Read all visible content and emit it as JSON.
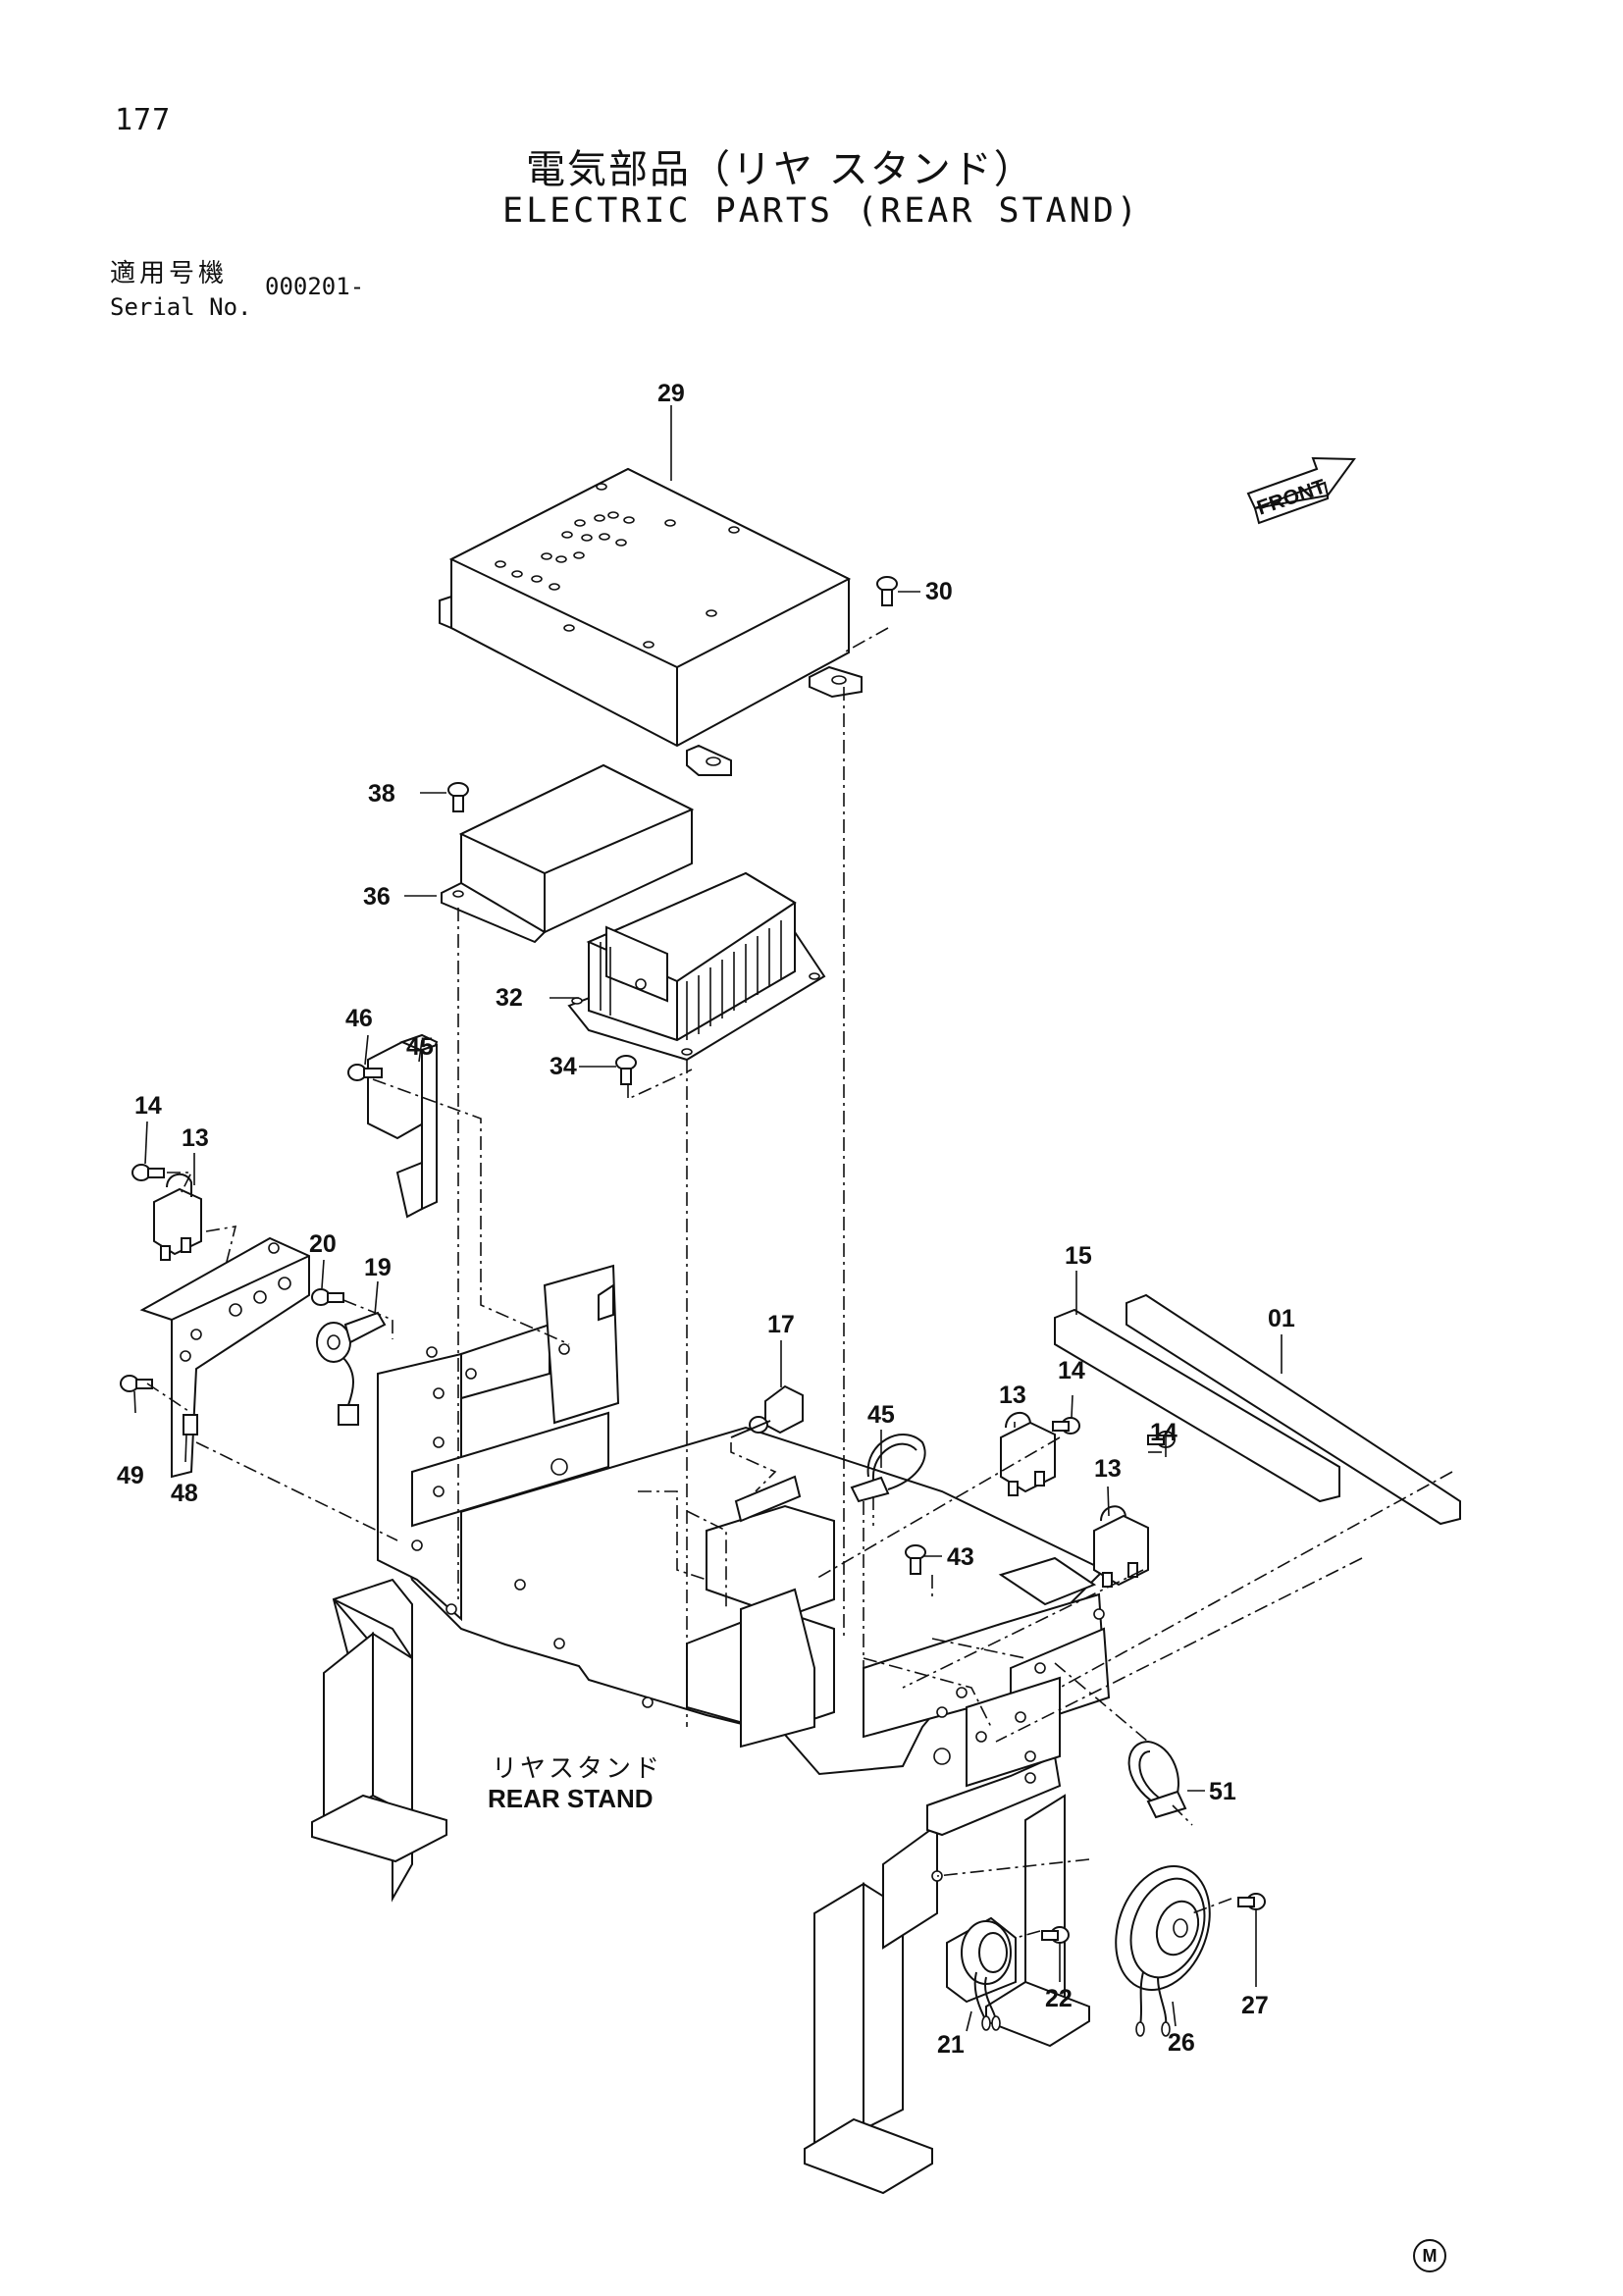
{
  "page_number": "177",
  "title": {
    "jp": "電気部品（リヤ スタンド）",
    "en": "ELECTRIC PARTS (REAR STAND)"
  },
  "serial": {
    "label_jp": "適用号機",
    "label_en": "Serial No.",
    "value": "000201-"
  },
  "front_label": "FRONT",
  "assembly_label": {
    "jp": "リヤスタンド",
    "en": "REAR STAND"
  },
  "maker_mark": "M",
  "callouts": [
    "29",
    "30",
    "38",
    "36",
    "32",
    "34",
    "46",
    "45",
    "14",
    "13",
    "20",
    "19",
    "49",
    "48",
    "17",
    "45",
    "15",
    "01",
    "13",
    "14",
    "13",
    "14",
    "43",
    "51",
    "21",
    "22",
    "26",
    "27"
  ]
}
